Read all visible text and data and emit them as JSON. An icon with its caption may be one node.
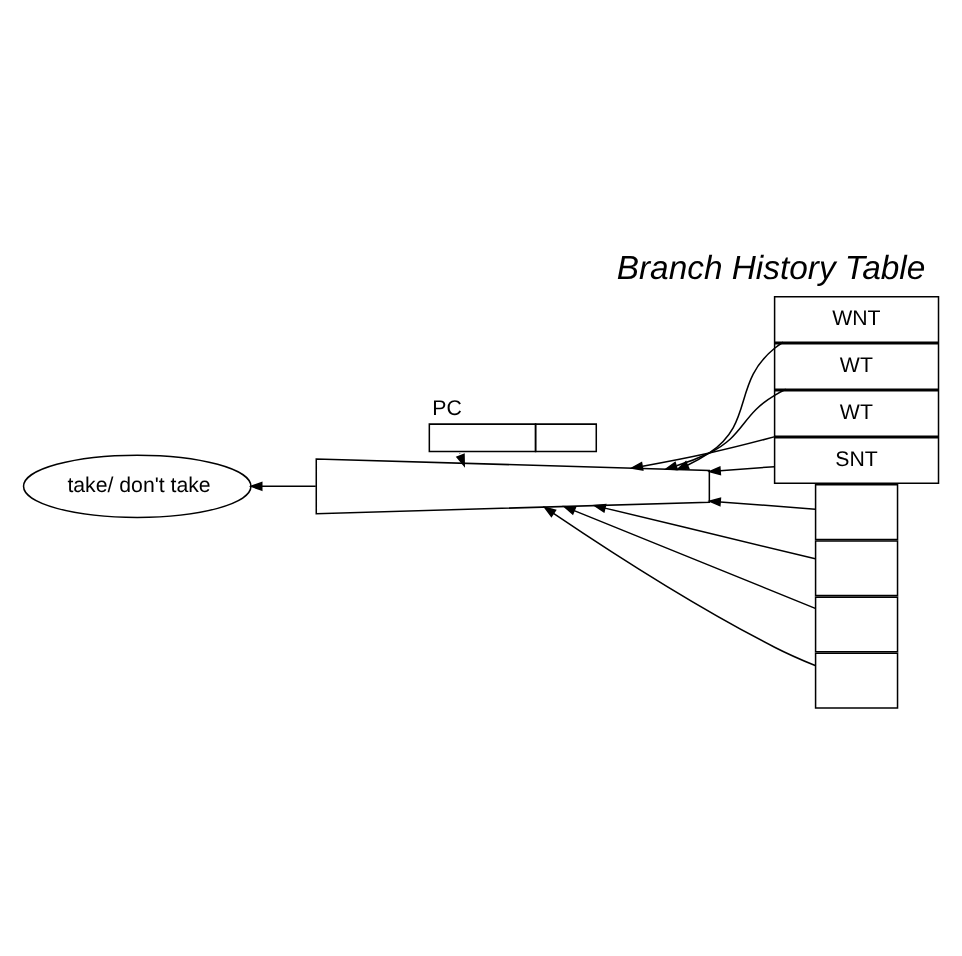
{
  "diagram": {
    "title": "Branch History Table",
    "nodes": [
      {
        "text": [
          "PC"
        ]
      },
      {
        "text": [],
        "shape": "trapezoid"
      },
      {
        "text": [
          "WNT"
        ]
      },
      {
        "text": [
          "WT"
        ]
      },
      {
        "text": [
          "WT"
        ]
      },
      {
        "text": [
          "SNT"
        ]
      },
      {
        "text": [],
        "shape": "box"
      },
      {
        "text": [],
        "shape": "box"
      },
      {
        "text": [],
        "shape": "box"
      },
      {
        "text": [],
        "shape": "box"
      },
      {
        "text": [
          "take/ don't take"
        ]
      }
    ],
    "edges": [
      {
        "from": 0,
        "to": 1,
        "arrow": "to"
      },
      {
        "from": 2,
        "to": 1,
        "arrow": "to"
      },
      {
        "from": 3,
        "to": 1,
        "arrow": "to"
      },
      {
        "from": 4,
        "to": 1,
        "arrow": "to"
      },
      {
        "from": 5,
        "to": 1,
        "arrow": "to"
      },
      {
        "from": 6,
        "to": 1,
        "arrow": "to"
      },
      {
        "from": 7,
        "to": 1,
        "arrow": "to"
      },
      {
        "from": 8,
        "to": 1,
        "arrow": "to"
      },
      {
        "from": 9,
        "to": 1,
        "arrow": "to"
      },
      {
        "from": 1,
        "to": 10,
        "arrow": "to"
      }
    ]
  }
}
